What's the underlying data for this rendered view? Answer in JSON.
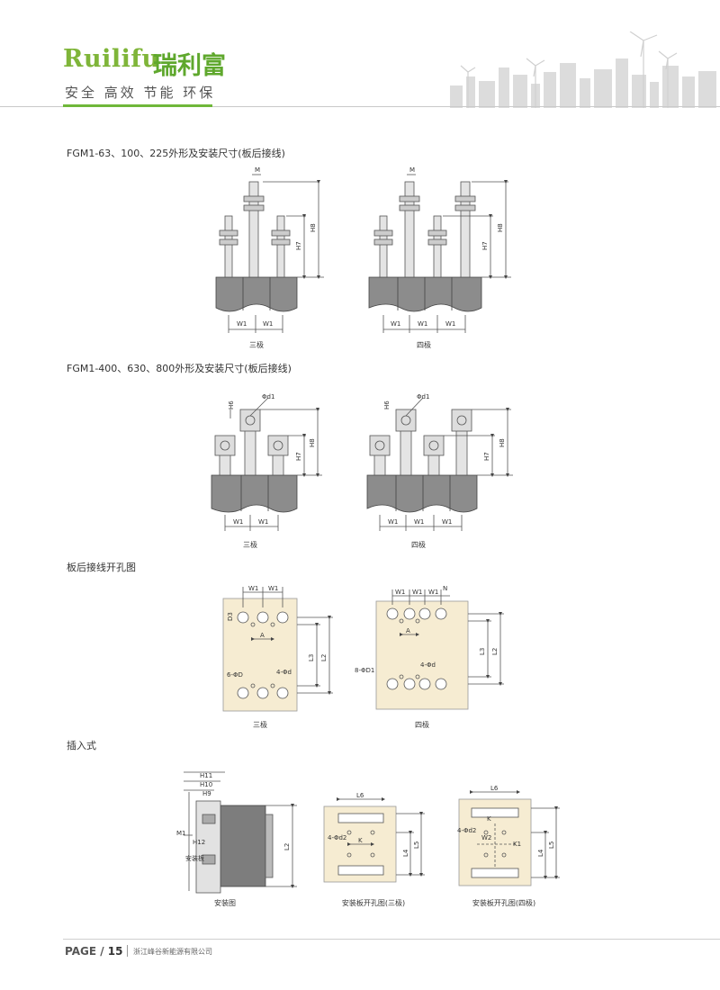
{
  "header": {
    "brand_latin": "Ruilifu",
    "brand_cn": "瑞利富",
    "slogan": "安全 高效 节能 环保"
  },
  "sections": {
    "s1_title": "FGM1-63、100、225外形及安装尺寸(板后接线)",
    "s2_title": "FGM1-400、630、800外形及安装尺寸(板后接线)",
    "s3_title": "板后接线开孔图",
    "s4_title": "插入式"
  },
  "captions": {
    "three_pole": "三极",
    "four_pole": "四极",
    "install_view": "安装图",
    "panel_cut_3": "安装板开孔图(三极)",
    "panel_cut_4": "安装板开孔图(四极)"
  },
  "labels": {
    "M": "M",
    "W1": "W1",
    "H7": "H7",
    "H8": "H8",
    "H6": "H6",
    "Phi_d1": "Φd1",
    "A": "A",
    "N": "N",
    "L2": "L2",
    "L3": "L3",
    "D3": "D3",
    "six_phi_D": "6-ΦD",
    "four_phi_d": "4-Φd",
    "eight_phi_D1": "8-ΦD1",
    "H9": "H9",
    "H10": "H10",
    "H11": "H11",
    "H12": "H12",
    "M1": "M1",
    "mount_plate": "安装板",
    "L4": "L4",
    "L5": "L5",
    "L6": "L6",
    "K": "K",
    "K1": "K1",
    "W2": "W2",
    "four_phi_d2": "4-Φd2"
  },
  "footer": {
    "page_label": "PAGE / ",
    "page_number": "15",
    "company": "浙江峰谷新能源有限公司"
  },
  "colors": {
    "brand_green": "#6fb83a",
    "body_gray": "#8c8c8c",
    "panel_cream": "#f6ecd2"
  }
}
